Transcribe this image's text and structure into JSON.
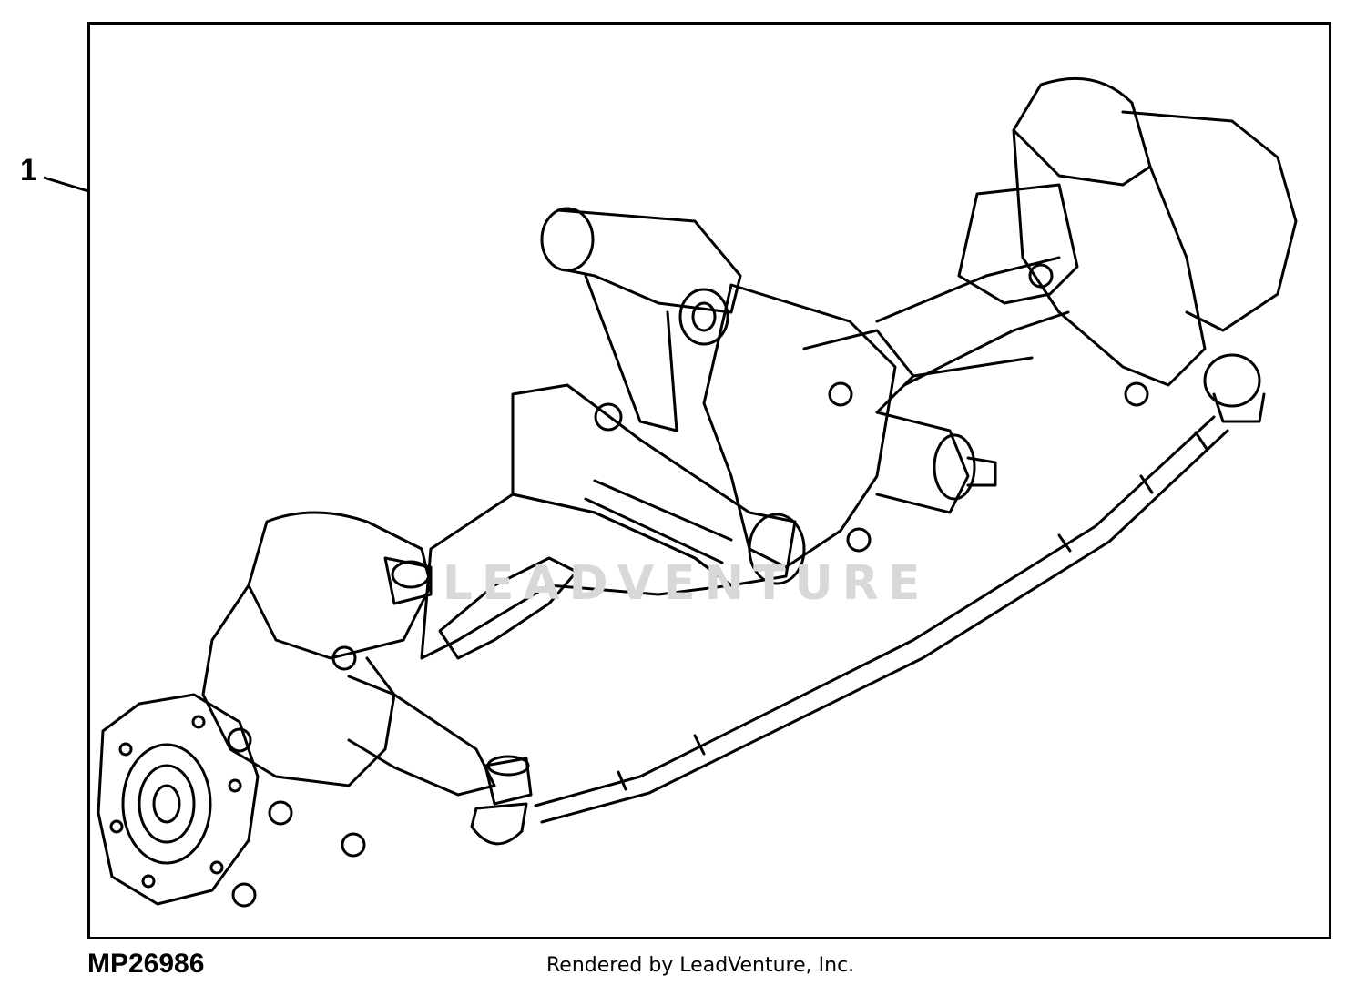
{
  "callout": {
    "label": "1"
  },
  "figure": {
    "id": "MP26986"
  },
  "credit": {
    "text": "Rendered by LeadVenture, Inc."
  },
  "watermark": {
    "text": "LEADVENTURE"
  },
  "colors": {
    "line": "#000000",
    "background": "#ffffff",
    "watermark": "#d8d8d8"
  }
}
